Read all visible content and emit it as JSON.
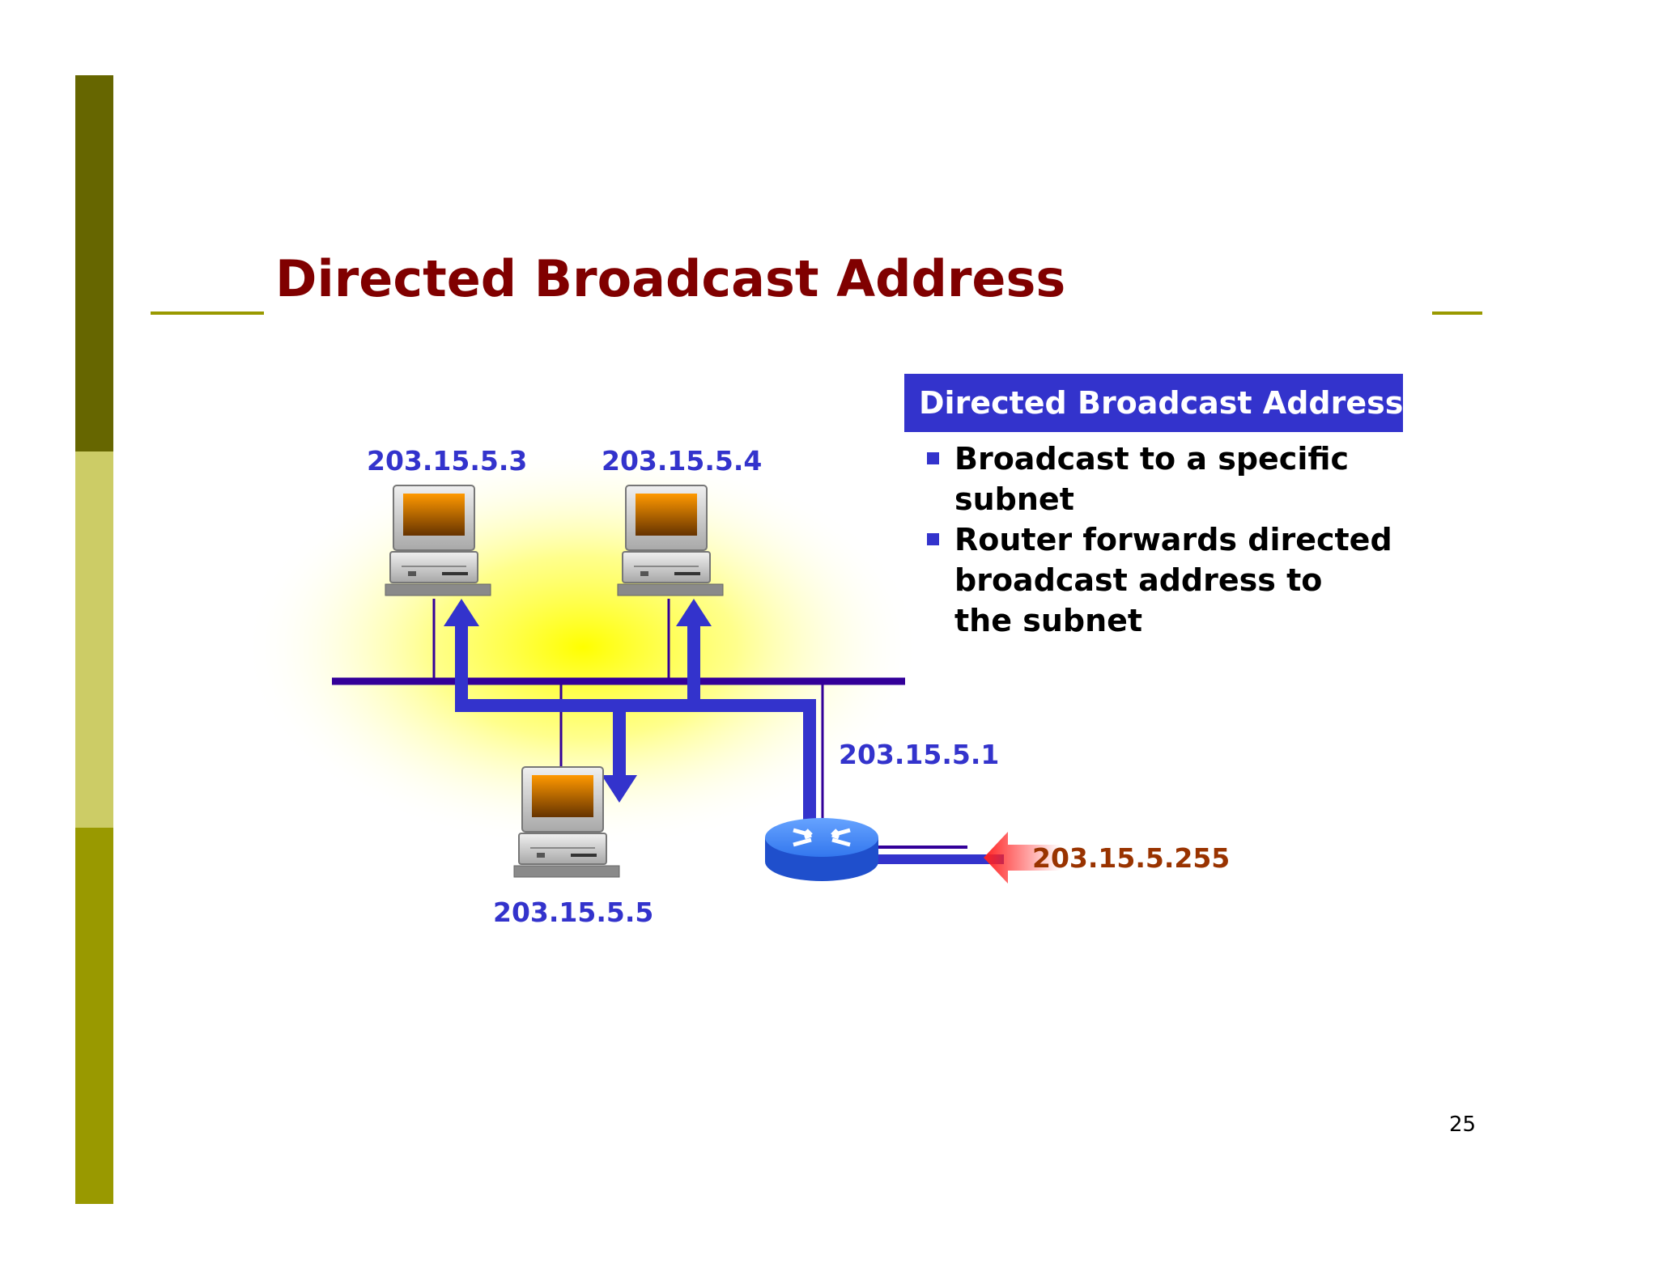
{
  "colors": {
    "accent_top": "#666600",
    "accent_mid": "#CCCC66",
    "accent_bottom": "#999900",
    "title_rule": "#999900",
    "title_text": "#800000",
    "diagram_blue": "#3333CC",
    "network_line": "#330099",
    "info_header_bg": "#3333CC",
    "broadcast_arrow": "#FF3333",
    "broadcast_label": "#993300",
    "glow_yellow": "#FFFF00"
  },
  "slide": {
    "title": "Directed Broadcast Address",
    "page_number": "25"
  },
  "diagram": {
    "hosts": [
      {
        "label": "203.15.5.3",
        "icon": "desktop-computer-icon"
      },
      {
        "label": "203.15.5.4",
        "icon": "desktop-computer-icon"
      },
      {
        "label": "203.15.5.5",
        "icon": "desktop-computer-icon"
      }
    ],
    "router": {
      "label": "203.15.5.1",
      "icon": "router-icon"
    },
    "incoming_broadcast": {
      "label": "203.15.5.255",
      "icon": "incoming-arrow-icon"
    }
  },
  "info_panel": {
    "header": "Directed Broadcast Address",
    "bullets": [
      {
        "lines": [
          "Broadcast to a specific",
          "subnet"
        ]
      },
      {
        "lines": [
          "Router forwards directed",
          "broadcast address to",
          "the subnet"
        ]
      }
    ]
  }
}
